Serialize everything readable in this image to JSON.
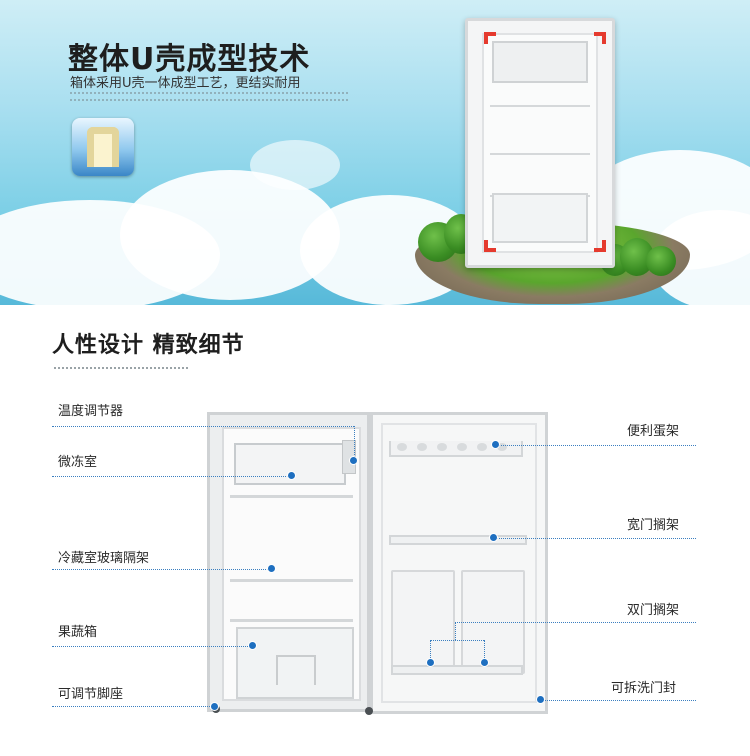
{
  "banner": {
    "title": "整体U壳成型技术",
    "subtitle": "箱体采用U壳一体成型工艺，更结实耐用"
  },
  "details": {
    "title": "人性设计  精致细节",
    "callouts_left": [
      {
        "label": "温度调节器"
      },
      {
        "label": "微冻室"
      },
      {
        "label": "冷藏室玻璃隔架"
      },
      {
        "label": "果蔬箱"
      },
      {
        "label": "可调节脚座"
      }
    ],
    "callouts_right": [
      {
        "label": "便利蛋架"
      },
      {
        "label": "宽门搁架"
      },
      {
        "label": "双门搁架"
      },
      {
        "label": "可拆洗门封"
      }
    ]
  },
  "colors": {
    "accent": "#1e6fc0",
    "arrow_red": "#e53a2e"
  }
}
